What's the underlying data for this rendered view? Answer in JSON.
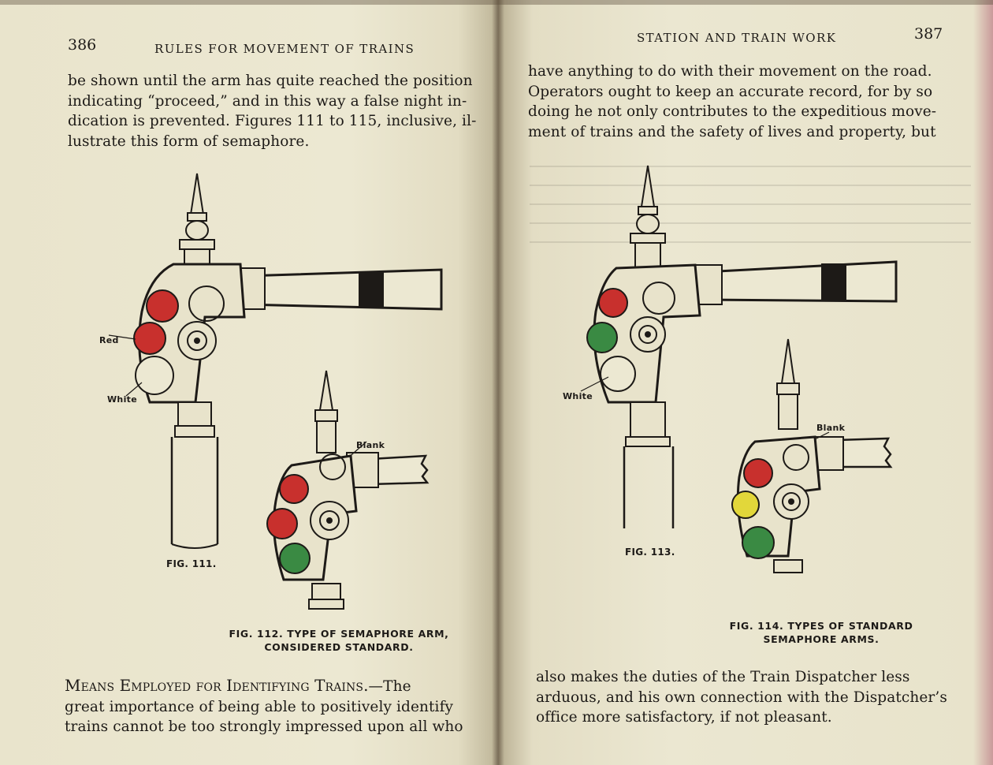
{
  "left_page": {
    "page_number": "386",
    "running_head": "RULES FOR MOVEMENT OF TRAINS",
    "paragraph_top": [
      "be shown until the arm has quite reached the position",
      "indicating “proceed,” and in this way a false night in-",
      "dication is prevented.  Figures 111 to 115, inclusive, il-",
      "lustrate this form of semaphore."
    ],
    "fig111": {
      "label": "FIG. 111.",
      "label_red": "Red",
      "label_white": "White"
    },
    "fig112": {
      "label_blank": "Blank",
      "caption_1": "FIG. 112.  TYPE OF SEMAPHORE ARM,",
      "caption_2": "CONSIDERED STANDARD."
    },
    "section_heading": "Means Employed for Identifying Trains.",
    "paragraph_bottom_first": "—The",
    "paragraph_bottom": [
      "great importance of being able to positively identify",
      "trains cannot be too strongly impressed upon all who"
    ]
  },
  "right_page": {
    "page_number": "387",
    "running_head": "STATION AND TRAIN WORK",
    "paragraph_top": [
      "have anything to do with their movement on the road.",
      "Operators ought to keep an accurate record, for by so",
      "doing he not only contributes to the expeditious move-",
      "ment of trains and the safety of lives and property, but"
    ],
    "fig113": {
      "label": "FIG. 113.",
      "label_white": "White"
    },
    "fig114": {
      "label_blank": "Blank",
      "caption_1": "FIG. 114.  TYPES OF STANDARD",
      "caption_2": "SEMAPHORE ARMS."
    },
    "paragraph_bottom": [
      "also makes the duties of the Train Dispatcher less",
      "arduous, and his own connection with the Dispatcher’s",
      "office more satisfactory, if not pleasant."
    ]
  },
  "colors": {
    "red_lens": "#c8302d",
    "green_lens": "#3a8a43",
    "yellow_lens": "#e2d73a",
    "ink": "#1d1a17"
  }
}
